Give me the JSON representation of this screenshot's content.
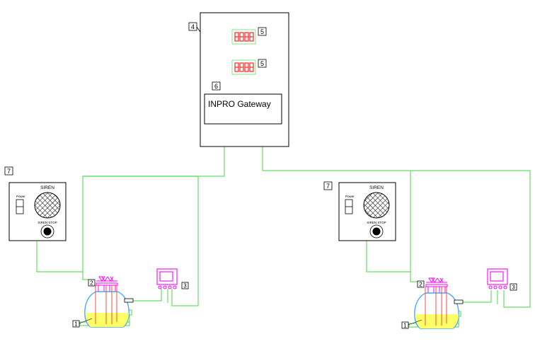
{
  "gateway": {
    "label": "INPRO Gateway",
    "tag_cabinet": "4",
    "tag_display_1": "5",
    "tag_display_2": "5",
    "tag_gateway": "6"
  },
  "siren_left": {
    "title": "SIREN",
    "power_label": "Power",
    "stop_label": "SIREN STOP",
    "tag": "7"
  },
  "siren_right": {
    "title": "SIREN",
    "power_label": "Power",
    "stop_label": "SIREN STOP",
    "tag": "7"
  },
  "tank_left": {
    "tag_tank": "1",
    "tag_valves": "2",
    "tag_device": "3"
  },
  "tank_right": {
    "tag_tank": "1",
    "tag_valves": "2",
    "tag_device": "3"
  },
  "colors": {
    "wire": "#66dd66",
    "outline": "#000000",
    "display": "#ff2222",
    "valves": "#ff00ff",
    "device": "#ff00ff",
    "tank_outline": "#44aaff",
    "liquid": "#ffff66"
  }
}
